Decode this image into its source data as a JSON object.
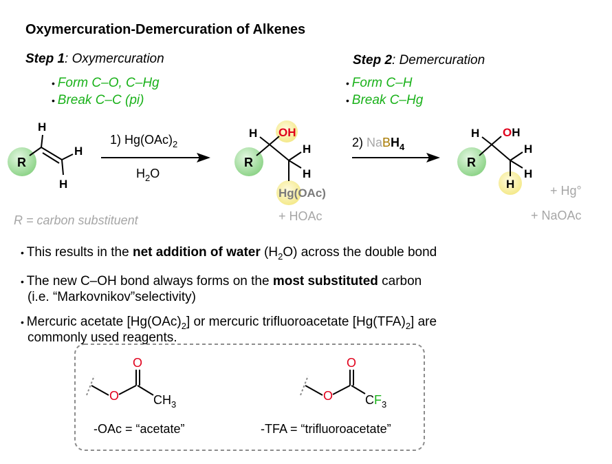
{
  "title": "Oxymercuration-Demercuration of Alkenes",
  "step1": {
    "label_bold": "Step 1",
    "label_rest": ": Oxymercuration",
    "bullets": [
      "Form C–O, C–Hg",
      "Break C–C (pi)"
    ]
  },
  "step2": {
    "label_bold": "Step 2",
    "label_rest": ": Demercuration",
    "bullets": [
      "Form C–H",
      "Break C–Hg"
    ]
  },
  "reagents": {
    "r1_prefix": "1) Hg(OAc)",
    "r1_sub": "2",
    "r1_solvent": "H",
    "r1_solvent_sub": "2",
    "r1_solvent_suffix": "O",
    "r2_prefix": "2) ",
    "r2_na": "Na",
    "r2_b": "B",
    "r2_h": "H",
    "r2_sub": "4"
  },
  "atoms": {
    "R": "R",
    "H": "H",
    "OH": "OH",
    "HgOAc": "Hg(OAc)"
  },
  "byproducts": {
    "hoac": "+ HOAc",
    "hg": "+ Hg°",
    "naoac": "+ NaOAc"
  },
  "r_definition": "R = carbon substituent",
  "bullets": {
    "b1_pre": "This results in the ",
    "b1_bold": "net addition of water",
    "b1_mid": " (H",
    "b1_sub": "2",
    "b1_post": "O) across the double bond",
    "b2_pre": "The new C–OH bond always forms on the ",
    "b2_bold": "most substituted",
    "b2_post": " carbon",
    "b2_line2": "(i.e. “Markovnikov”selectivity)",
    "b3_a": "Mercuric acetate [Hg(OAc)",
    "b3_sub1": "2",
    "b3_b": "] or mercuric trifluoroacetate [Hg(TFA)",
    "b3_sub2": "2",
    "b3_c": "] are",
    "b3_line2": "commonly used reagents."
  },
  "box": {
    "oac_caption": "-OAc = “acetate”",
    "tfa_caption": "-TFA = “trifluoroacetate”",
    "O": "O",
    "CH": "CH",
    "CH_sub": "3",
    "C": "C",
    "F": "F",
    "F_sub": "3"
  },
  "colors": {
    "green": "#19b119",
    "red": "#e0001b",
    "gray": "#a6a6a6",
    "sphere_green": "#9fdc9c",
    "sphere_yellow": "#f8ef9c",
    "boron": "#a87a00"
  }
}
